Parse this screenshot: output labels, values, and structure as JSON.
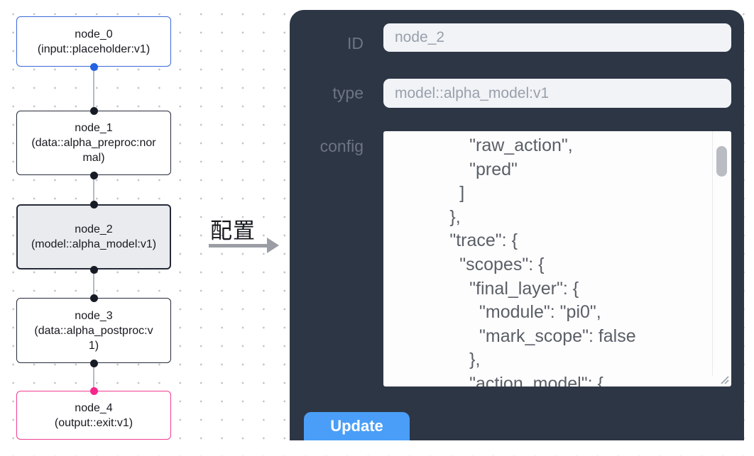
{
  "flow": {
    "nodes": [
      {
        "name": "node_0",
        "type_line": "(input::placeholder:v1)"
      },
      {
        "name": "node_1",
        "type_line": "(data::alpha_preproc:normal)"
      },
      {
        "name": "node_2",
        "type_line": "(model::alpha_model:v1)",
        "selected": true
      },
      {
        "name": "node_3",
        "type_line": "(data::alpha_postproc:v1)"
      },
      {
        "name": "node_4",
        "type_line": "(output::exit:v1)"
      }
    ]
  },
  "arrow": {
    "label": "配置"
  },
  "panel": {
    "id_label": "ID",
    "id_value": "node_2",
    "type_label": "type",
    "type_value": "model::alpha_model:v1",
    "config_label": "config",
    "config_text": "                \"raw_action\",\n                \"pred\"\n              ]\n            },\n            \"trace\": {\n              \"scopes\": {\n                \"final_layer\": {\n                  \"module\": \"pi0\",\n                  \"mark_scope\": false\n                },\n                \"action_model\": {",
    "update_label": "Update"
  },
  "colors": {
    "panel_background": "#2d3645",
    "panel_label": "#6d7585",
    "input_background": "#f1f3f7",
    "input_text": "#99a0ab",
    "update_button": "#4a9ef7",
    "node_border_default": "#242a38",
    "node_input_border": "#3a68d8",
    "node_output_border": "#ef3d8f",
    "selected_node_fill": "#eaebee",
    "port_default": "#171b26",
    "port_input": "#2563e0",
    "port_output": "#f5268c",
    "edge_line": "#b5bac2",
    "canvas_dot": "#c2c5cb"
  }
}
